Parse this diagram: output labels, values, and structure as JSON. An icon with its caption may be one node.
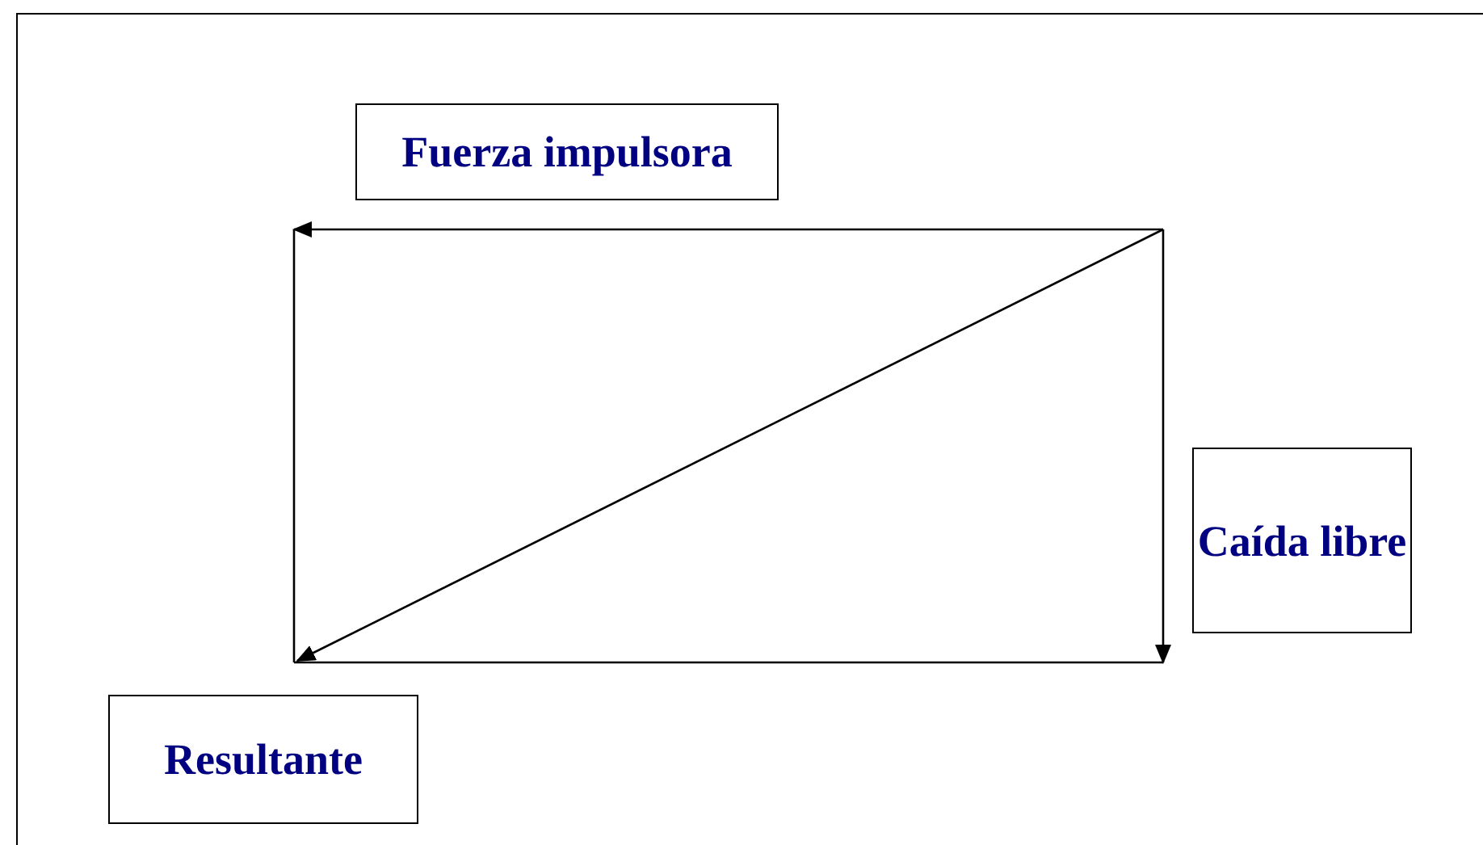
{
  "diagram": {
    "nodes": [
      {
        "text": [
          "Fuerza impulsora"
        ]
      },
      {
        "text": [
          "Caída libre"
        ]
      },
      {
        "text": [
          "Resultante"
        ]
      }
    ]
  }
}
